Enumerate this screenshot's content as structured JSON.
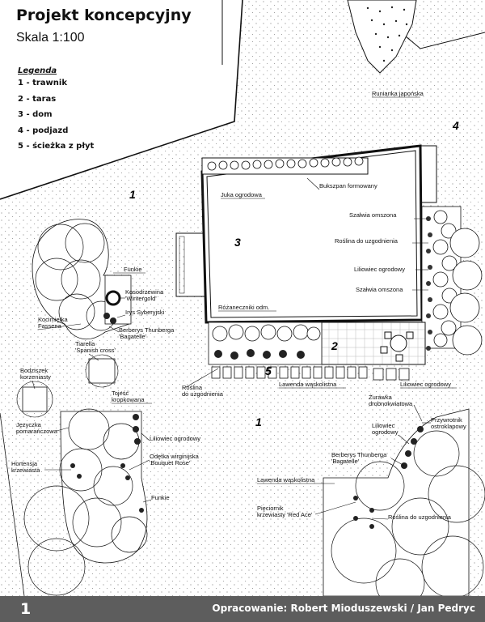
{
  "title": "Projekt koncepcyjny",
  "scale": "Skala 1:100",
  "legend": {
    "title": "Legenda",
    "items": [
      "1 - trawnik",
      "2 - taras",
      "3 - dom",
      "4 - podjazd",
      "5 - ścieżka z płyt"
    ]
  },
  "zone_numbers": {
    "lawn_top": "1",
    "terrace": "2",
    "house": "3",
    "driveway": "4",
    "path": "5",
    "lawn_bottom": "1"
  },
  "labels": {
    "runianka": "Runianka japońska",
    "bukszpan": "Bukszpan formowany",
    "juka": "Juka ogrodowa",
    "szalwia1": "Szałwia omszona",
    "roslina1": "Roślina do uzgodnienia",
    "liliowiec1": "Liliowiec ogrodowy",
    "szalwia2": "Szałwia omszona",
    "rozaneczniki": "Różaneczniki odm.",
    "funkie1": "Funkie",
    "kosodrzewina_1": "Kosodrzewina",
    "kosodrzewina_2": "'Wintergold'",
    "irys": "Irys Syberyjski",
    "kocimietka_1": "Kocimiętka",
    "kocimietka_2": "Fassena",
    "berberys1_1": "Berberys Thunberga",
    "berberys1_2": "'Bagatelle'",
    "tiarella_1": "Tiarella",
    "tiarella_2": "'Spanish cross'",
    "bodziszek_1": "Bodziszek",
    "bodziszek_2": "korzeniasty",
    "tojesc_1": "Tojeść",
    "tojesc_2": "kropkowana",
    "roslina2_1": "Roślina",
    "roslina2_2": "do uzgodnienia",
    "lawenda1": "Lawenda wąskolistna",
    "liliowiec2": "Liliowiec ogrodowy",
    "jezyczka_1": "Języczka",
    "jezyczka_2": "pomarańczowa",
    "liliowiec3": "Liliowiec ogrodowy",
    "odetka_1": "Odętka wirginijska",
    "odetka_2": "'Bouquet Rose'",
    "hortensja_1": "Hortensja",
    "hortensja_2": "krzewiasta",
    "funkie2": "Funkie",
    "zurawka_1": "Żurawka",
    "zurawka_2": "drobnokwiatowa",
    "przywrotnik_1": "Przywrotnik",
    "przywrotnik_2": "ostroklapowy",
    "liliowiec4_1": "Liliowiec",
    "liliowiec4_2": "ogrodowy",
    "berberys2_1": "Berberys Thunberga",
    "berberys2_2": "'Bagatelle'",
    "lawenda2": "Lawenda wąskolistna",
    "pieciornik_1": "Pięciornik",
    "pieciornik_2": "krzewiasty 'Red Ace'",
    "roslina3": "Roślina do uzgodnienia"
  },
  "footer": {
    "page": "1",
    "authors": "Opracowanie: Robert Mioduszewski / Jan Pedryc"
  }
}
